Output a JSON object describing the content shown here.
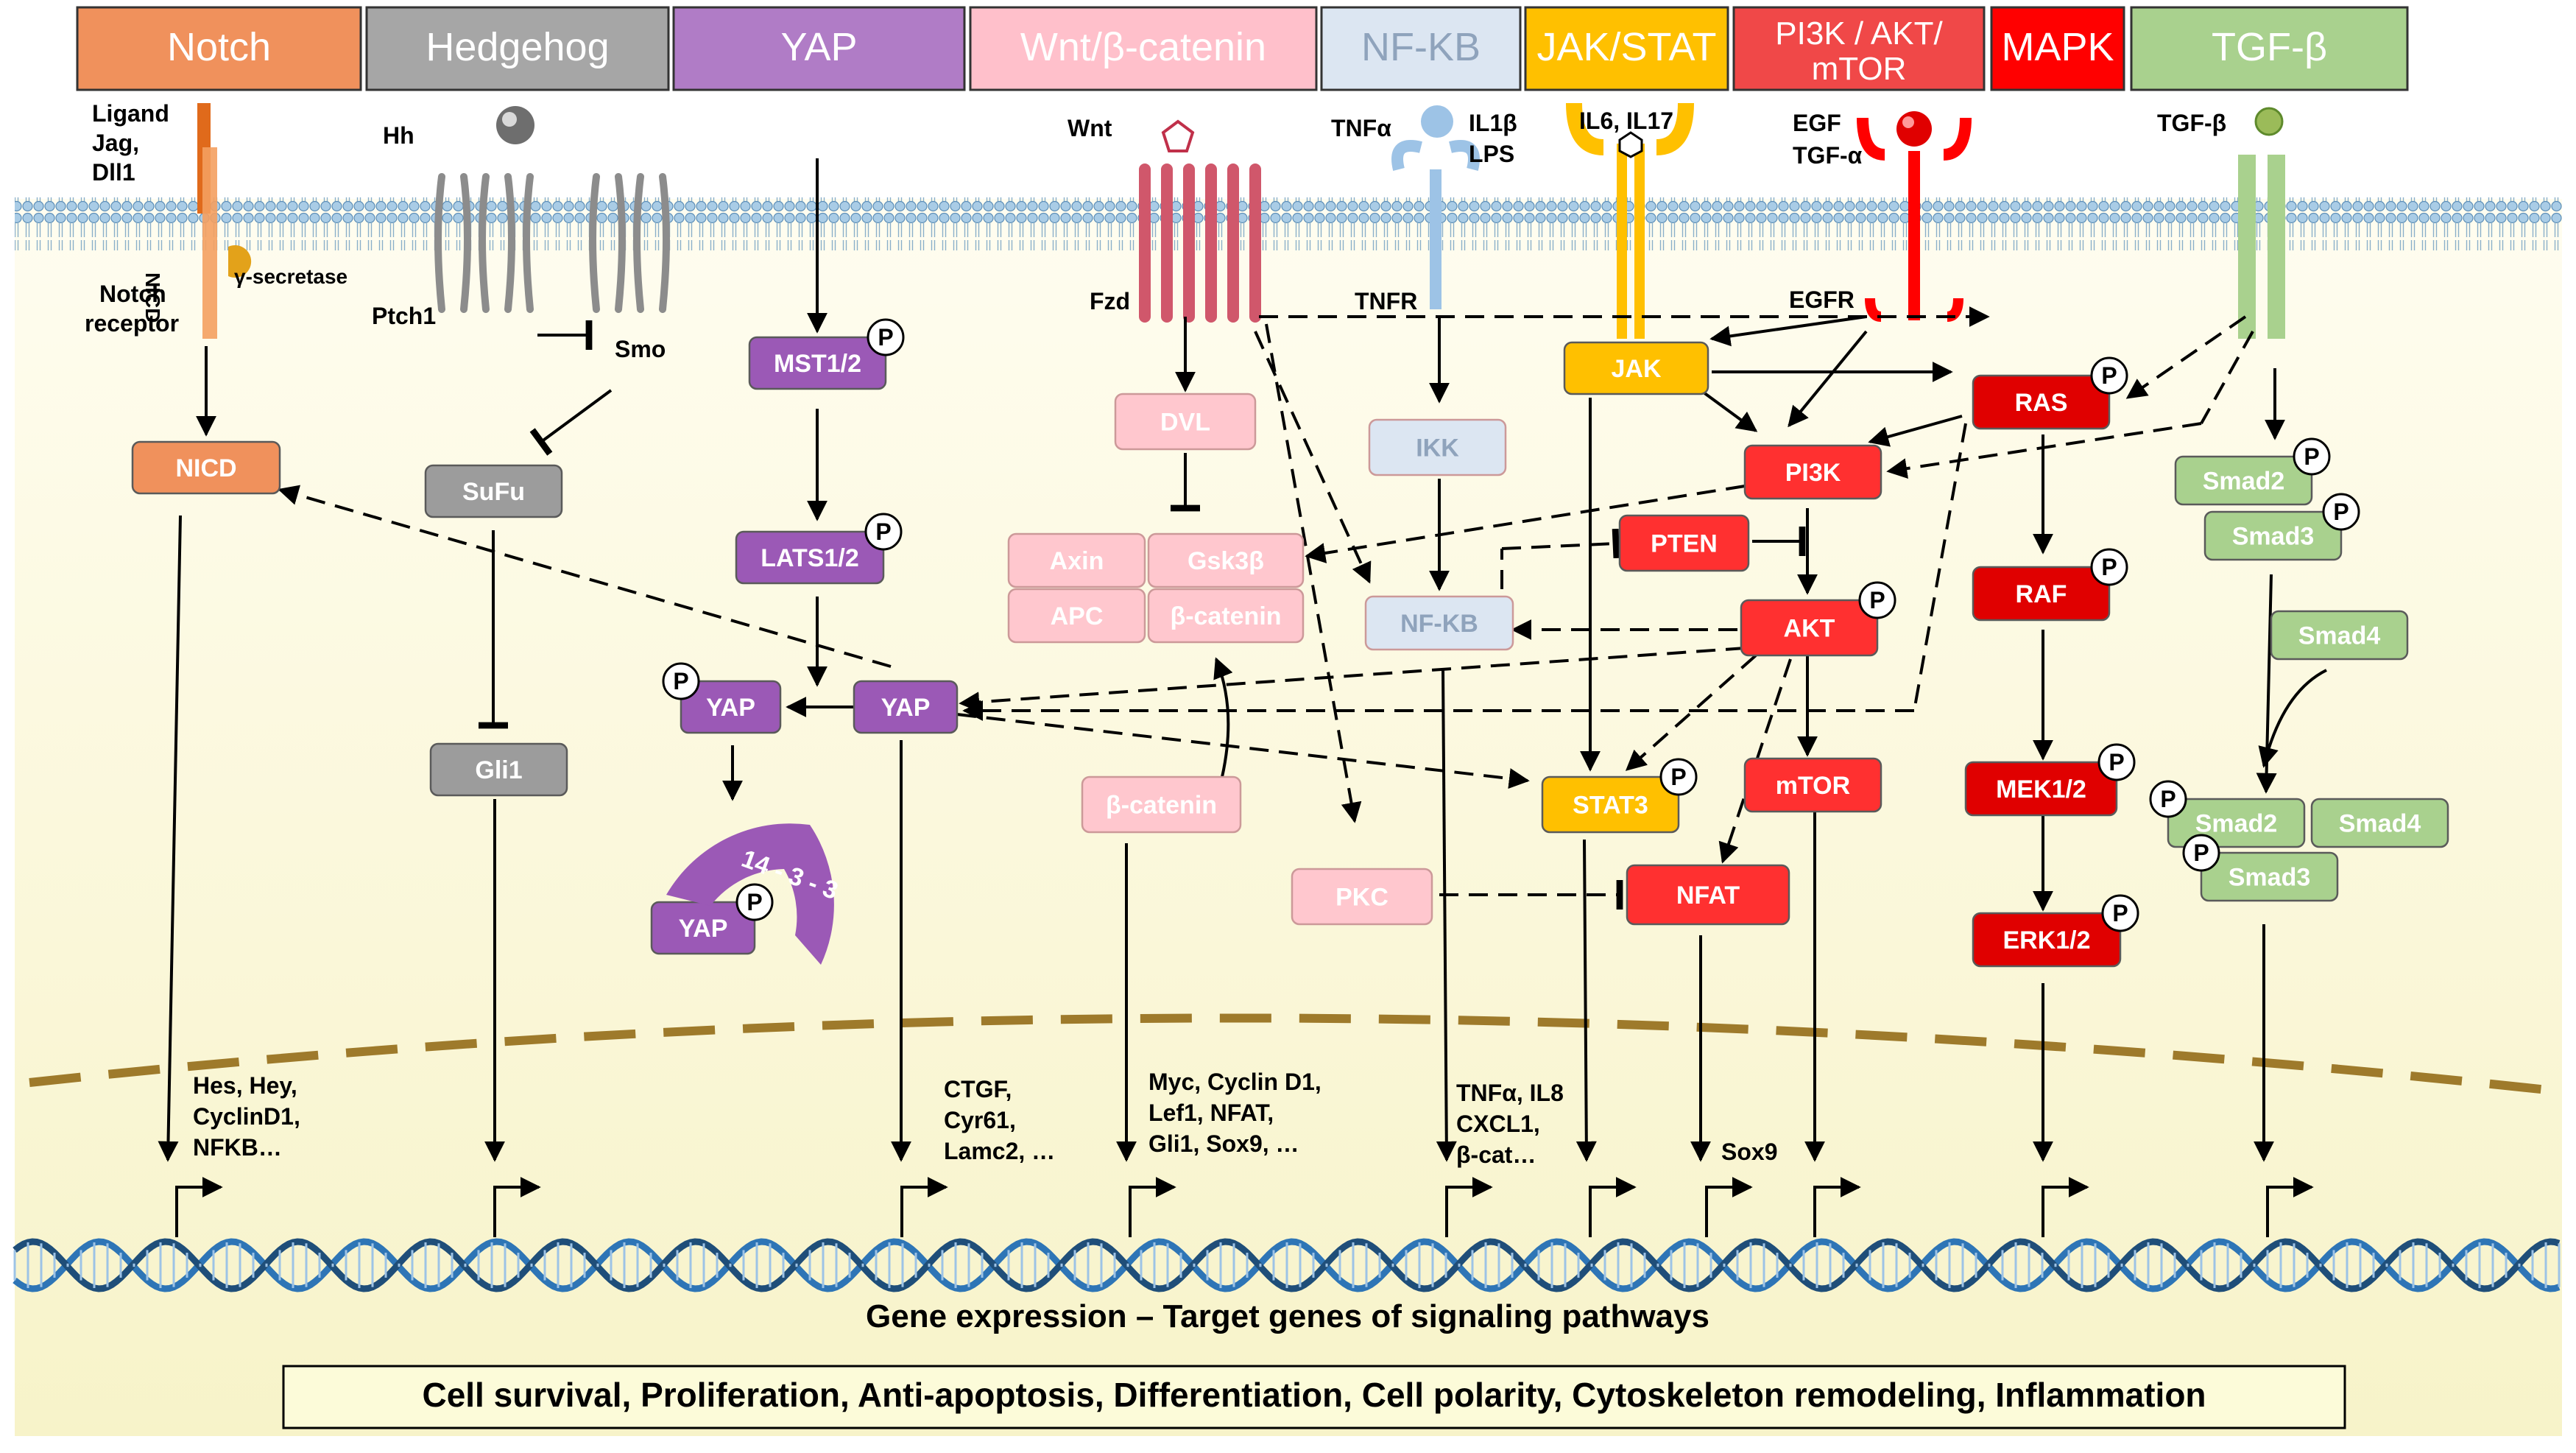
{
  "headers": [
    {
      "id": "notch",
      "label": "Notch",
      "bg": "#F0915C"
    },
    {
      "id": "hedgehog",
      "label": "Hedgehog",
      "bg": "#A6A6A6"
    },
    {
      "id": "yap",
      "label": "YAP",
      "bg": "#B07CC6"
    },
    {
      "id": "wnt",
      "label": "Wnt/β-catenin",
      "bg": "#FFC0CB"
    },
    {
      "id": "nfkb",
      "label": "NF-KB",
      "bg": "#DCE6F2"
    },
    {
      "id": "jakstat",
      "label": "JAK/STAT",
      "bg": "#FFC000"
    },
    {
      "id": "pi3k",
      "label1": "PI3K / AKT/",
      "label2": "mTOR",
      "bg": "#F04848"
    },
    {
      "id": "mapk",
      "label": "MAPK",
      "bg": "#FF0000"
    },
    {
      "id": "tgfb",
      "label": "TGF-β",
      "bg": "#A9D18E"
    }
  ],
  "ligands": {
    "notch_ligand": [
      "Ligand",
      "Jag,",
      "Dll1"
    ],
    "gamma_secretase": "γ-secretase",
    "notch_receptor": [
      "Notch",
      "receptor"
    ],
    "nicd_vertical": "NICD",
    "hh": "Hh",
    "ptch1": "Ptch1",
    "smo": "Smo",
    "wnt": "Wnt",
    "fzd": "Fzd",
    "tnfa": "TNFα",
    "il1b": "IL1β",
    "lps": "LPS",
    "tnfr": "TNFR",
    "il6": "IL6, IL17",
    "egf": "EGF",
    "tgfa": "TGF-α",
    "egfr": "EGFR",
    "tgfb": "TGF-β",
    "p": "P"
  },
  "nodes": {
    "nicd": "NICD",
    "sufu": "SuFu",
    "gli1": "Gli1",
    "mst12": "MST1/2",
    "lats12": "LATS1/2",
    "yap_p": "YAP",
    "yap": "YAP",
    "ring": "14 - 3 - 3",
    "yap_ring": "YAP",
    "dvl": "DVL",
    "axin": "Axin",
    "gsk3b": "Gsk3β",
    "apc": "APC",
    "bcat_complex": "β-catenin",
    "bcat": "β-catenin",
    "pkc": "PKC",
    "ikk": "IKK",
    "nfkb": "NF-KB",
    "jak": "JAK",
    "stat3": "STAT3",
    "pi3k": "PI3K",
    "pten": "PTEN",
    "akt": "AKT",
    "mtor": "mTOR",
    "nfat": "NFAT",
    "ras": "RAS",
    "raf": "RAF",
    "mek12": "MEK1/2",
    "erk12": "ERK1/2",
    "smad2": "Smad2",
    "smad3": "Smad3",
    "smad4": "Smad4",
    "smad2c": "Smad2",
    "smad4c": "Smad4",
    "smad3c": "Smad3"
  },
  "genes": {
    "notch": [
      "Hes, Hey,",
      "CyclinD1,",
      "NFKB…"
    ],
    "yap": [
      "CTGF,",
      "Cyr61,",
      "Lamc2, …"
    ],
    "wnt": [
      "Myc, Cyclin D1,",
      "Lef1, NFAT,",
      "Gli1, Sox9, …"
    ],
    "nfkb": [
      "TNFα, IL8",
      "CXCL1,",
      "β-cat…"
    ],
    "nfat": [
      "Sox9"
    ]
  },
  "footer": {
    "gene_expression": "Gene expression – Target genes of signaling pathways",
    "outcomes": "Cell survival, Proliferation, Anti-apoptosis, Differentiation, Cell polarity, Cytoskeleton remodeling, Inflammation"
  },
  "colors": {
    "notch": "#F0915C",
    "hedgehog": "#A6A6A6",
    "yap": "#9B59B6",
    "wnt_light": "#FFC7CE",
    "nfkb": "#DCE6F2",
    "jak": "#FFC000",
    "akt": "#FF3030",
    "mapk": "#E00000",
    "tgfb": "#A9D18E",
    "membrane": "#D9E8F2",
    "cytoplasm": "#FBF8DE",
    "dna": "#2E75B6",
    "nucleus_line": "#9E7A2B"
  }
}
